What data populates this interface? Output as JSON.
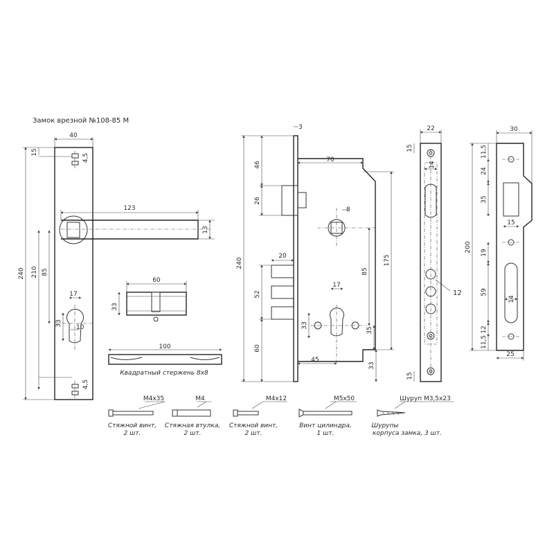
{
  "title": "Замок врезной №108-85 М",
  "plate": {
    "width": "40",
    "hole_top": "15",
    "hole_d": "4,5",
    "hole_d_bottom": "4,5",
    "height": "240",
    "handle_to_key": "210",
    "axis_gap": "85",
    "key_offset": "33",
    "key_w": "17",
    "key_d": "10",
    "handle_len": "123",
    "handle_w": "13"
  },
  "cylinder": {
    "length": "60",
    "height": "33"
  },
  "rod": {
    "length": "100",
    "caption": "Квадратный стержень 8х8"
  },
  "body": {
    "plate_t": "3",
    "depth": "70",
    "top": "46",
    "latch": "26",
    "height": "240",
    "bolt_w": "20",
    "bolt_h": "52",
    "bottom": "60",
    "square": "8",
    "key_w": "17",
    "gap": "85",
    "side_h": "175",
    "key_h": "33",
    "key_off": "35",
    "backset": "45",
    "base": "33"
  },
  "front": {
    "width": "22",
    "top": "15",
    "inner": "14",
    "hole": "12",
    "bottom": "15"
  },
  "strike": {
    "width": "30",
    "top": "11,5",
    "a": "24",
    "b": "35",
    "in_w": "15",
    "total": "200",
    "c": "19",
    "d": "59",
    "slot": "14",
    "e": "12",
    "bottom": "11,5",
    "base_w": "25"
  },
  "fasteners": [
    {
      "spec": "М4х35",
      "label1": "Стяжной винт,",
      "label2": "2 шт."
    },
    {
      "spec": "М4",
      "label1": "Стяжная втулка,",
      "label2": "2 шт."
    },
    {
      "spec": "М4х12",
      "label1": "Стяжной винт,",
      "label2": "2 шт."
    },
    {
      "spec": "М5х50",
      "label1": "Винт цилиндра,",
      "label2": "1 шт."
    },
    {
      "spec": "Шуруп М3,5х23",
      "label1": "Шурупы",
      "label2": "корпуса замка, 3 шт."
    }
  ]
}
